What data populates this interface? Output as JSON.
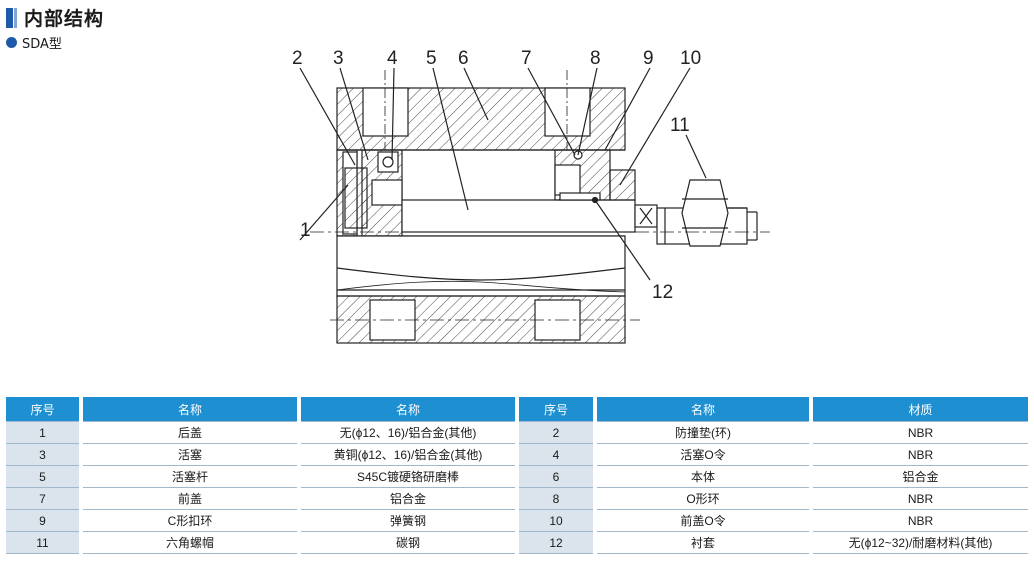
{
  "header": {
    "title": "内部结构",
    "subtitle": "SDA型"
  },
  "diagram": {
    "callouts": [
      "1",
      "2",
      "3",
      "4",
      "5",
      "6",
      "7",
      "8",
      "9",
      "10",
      "11",
      "12"
    ]
  },
  "table": {
    "headers": [
      "序号",
      "名称",
      "名称",
      "序号",
      "名称",
      "材质"
    ],
    "rows": [
      [
        "1",
        "后盖",
        "无(ϕ12、16)/铝合金(其他)",
        "2",
        "防撞垫(环)",
        "NBR"
      ],
      [
        "3",
        "活塞",
        "黄铜(ϕ12、16)/铝合金(其他)",
        "4",
        "活塞O令",
        "NBR"
      ],
      [
        "5",
        "活塞杆",
        "S45C镀硬铬研磨棒",
        "6",
        "本体",
        "铝合金"
      ],
      [
        "7",
        "前盖",
        "铝合金",
        "8",
        "O形环",
        "NBR"
      ],
      [
        "9",
        "C形扣环",
        "弹簧钢",
        "10",
        "前盖O令",
        "NBR"
      ],
      [
        "11",
        "六角螺帽",
        "碳钢",
        "12",
        "衬套",
        "无(ϕ12~32)/耐磨材料(其他)"
      ]
    ]
  }
}
